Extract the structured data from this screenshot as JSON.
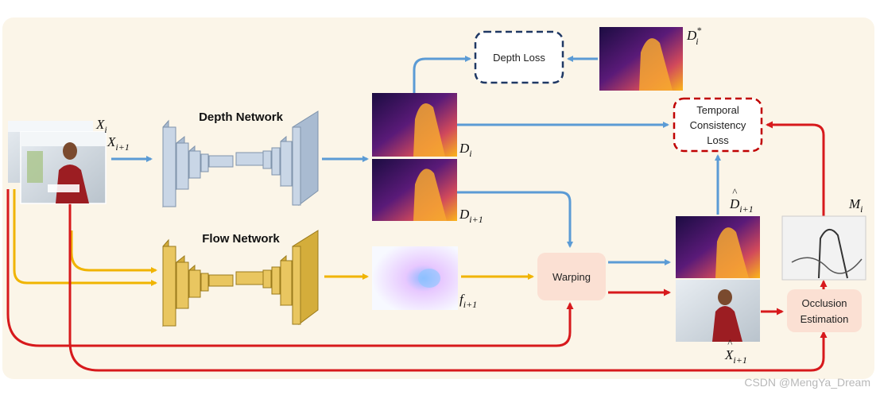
{
  "colors": {
    "background_panel": "#fbf5e8",
    "blue_arrow": "#5b9bd5",
    "red_arrow": "#d7191c",
    "yellow_arrow": "#f0b400",
    "depth_net": "#c9d6e6",
    "flow_net": "#e9c660",
    "loss_border_blue": "#1f3864",
    "loss_border_red": "#c00000",
    "process_box": "#fbe0d3"
  },
  "labels": {
    "depth_network": "Depth Network",
    "flow_network": "Flow Network",
    "depth_loss": "Depth Loss",
    "temporal_loss": [
      "Temporal",
      "Consistency",
      "Loss"
    ],
    "warping": "Warping",
    "occlusion": [
      "Occlusion",
      "Estimation"
    ]
  },
  "symbols": {
    "x_i": {
      "base": "X",
      "sub": "i"
    },
    "x_i1": {
      "base": "X",
      "sub": "i+1"
    },
    "d_i": {
      "base": "D",
      "sub": "i"
    },
    "d_i1": {
      "base": "D",
      "sub": "i+1"
    },
    "d_star": {
      "base": "D",
      "sub": "i",
      "sup": "*"
    },
    "f_i1": {
      "base": "f",
      "sub": "i+1"
    },
    "d_hat": {
      "base": "D",
      "sub": "i+1",
      "accent": "^"
    },
    "x_hat": {
      "base": "X",
      "sub": "i+1",
      "accent": "^"
    },
    "m_i": {
      "base": "M",
      "sub": "i"
    }
  },
  "icons": [
    "input-frame-image",
    "depth-map-image",
    "optical-flow-image",
    "occlusion-mask-image"
  ],
  "watermark": "CSDN @MengYa_Dream"
}
